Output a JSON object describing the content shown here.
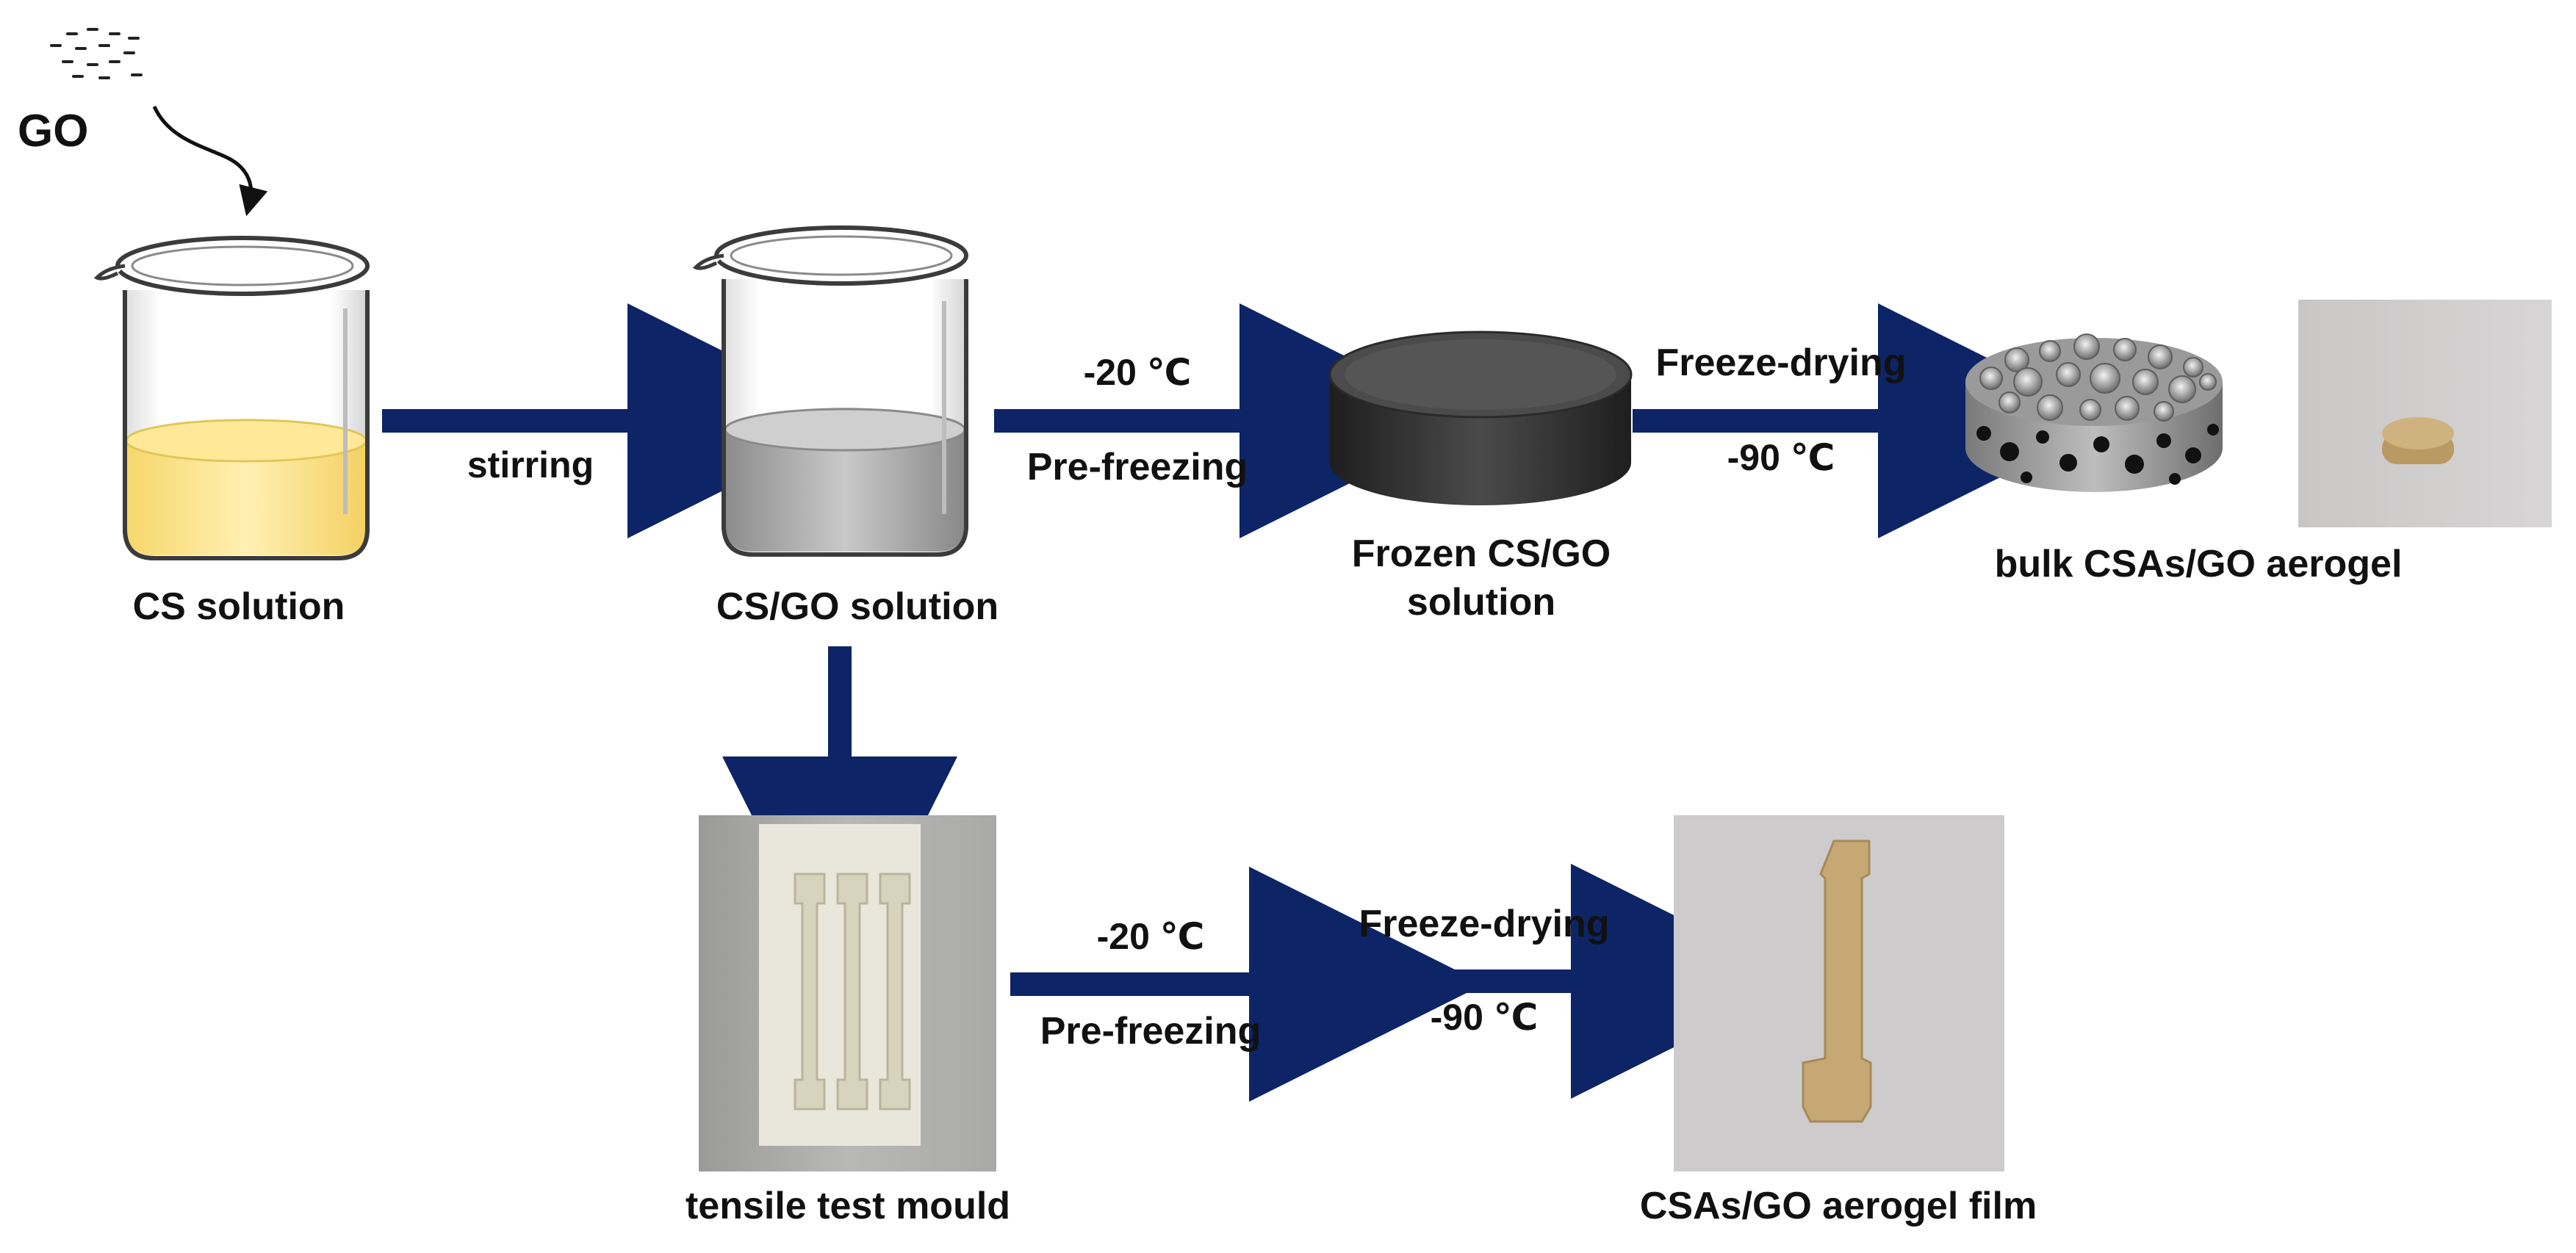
{
  "labels": {
    "go": "GO",
    "stirring": "stirring",
    "cs_solution": "CS solution",
    "csgo_solution": "CS/GO solution",
    "prefreeze_temp_top": "-20 ℃",
    "prefreeze_top": "Pre-freezing",
    "frozen_line1": "Frozen CS/GO",
    "frozen_line2": "solution",
    "freezedry_top": "Freeze-drying",
    "freezedry_temp_top": "-90 ℃",
    "bulk_aerogel": "bulk CSAs/GO aerogel",
    "tensile_mould": "tensile test mould",
    "prefreeze_temp_bottom": "-20 ℃",
    "prefreeze_bottom": "Pre-freezing",
    "freezedry_bottom": "Freeze-drying",
    "freezedry_temp_bottom": "-90 ℃",
    "aerogel_film": "CSAs/GO aerogel film"
  },
  "colors": {
    "arrow": "#0d2466",
    "cs_liquid": "#fbe38f",
    "csgo_liquid": "#a4a4a4",
    "frozen_disk": "#3a3a3a",
    "aerogel": "#8e8e8e",
    "photo_bg": "#cdcbcc",
    "sample": "#c6a874"
  },
  "icons": [
    "go-flakes-icon",
    "curved-arrow-icon",
    "beaker-icon",
    "disk-icon",
    "porous-aerogel-icon"
  ]
}
